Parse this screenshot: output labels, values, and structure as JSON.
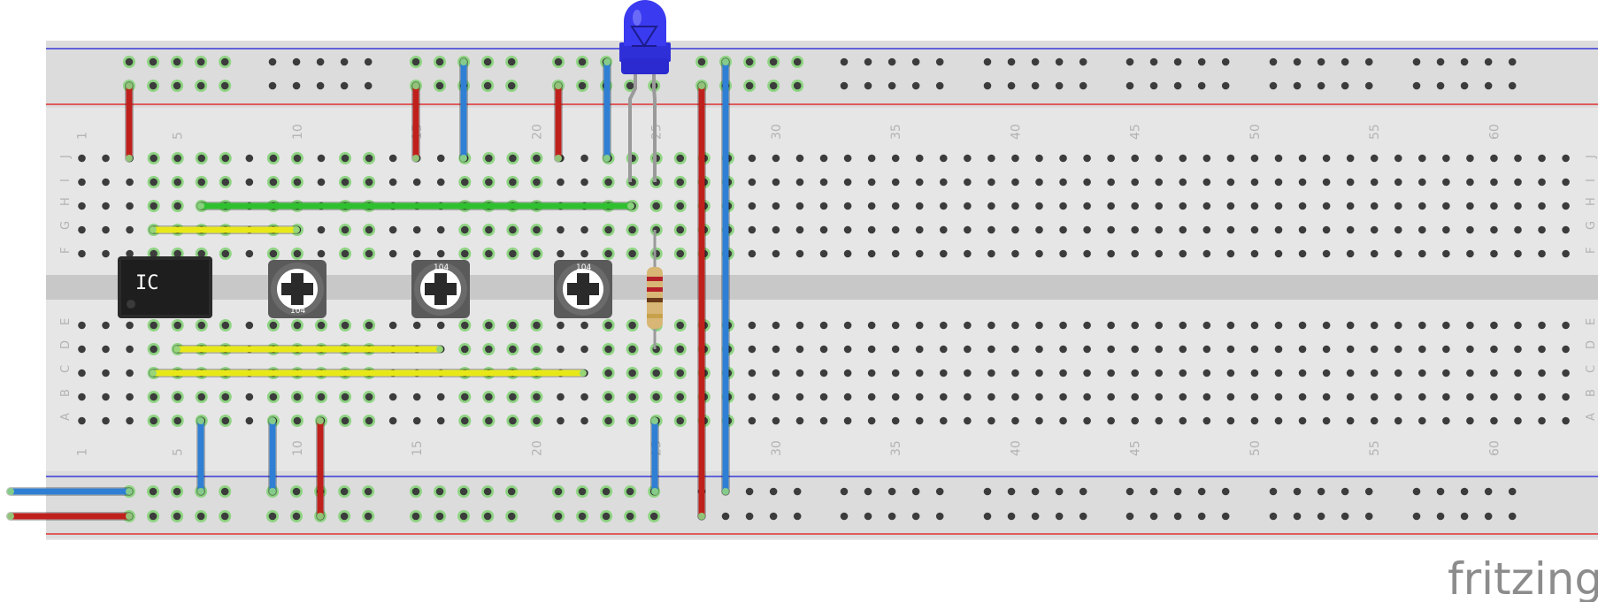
{
  "breadboard": {
    "column_numbers": [
      "1",
      "5",
      "10",
      "15",
      "20",
      "25",
      "30",
      "35",
      "40",
      "45",
      "50",
      "55",
      "60"
    ],
    "row_letters_top": [
      "J",
      "I",
      "H",
      "G",
      "F"
    ],
    "row_letters_bottom": [
      "E",
      "D",
      "C",
      "B",
      "A"
    ]
  },
  "ic": {
    "label": "IC"
  },
  "potentiometers": [
    {
      "label": "104"
    },
    {
      "label": "104"
    },
    {
      "label": "104"
    }
  ],
  "brand": {
    "name": "fritzing"
  },
  "colors": {
    "board": "#e6e6e6",
    "channel": "#c8c8c8",
    "hole": "#3c3c3c",
    "hole_active": "#8fd483",
    "rail_red": "#e03030",
    "rail_blue": "#3a3ad9",
    "wire_red": "#c0201c",
    "wire_blue": "#2f7fd4",
    "wire_green": "#2fc02f",
    "wire_yellow": "#e8e818",
    "led": "#3a3af0"
  }
}
